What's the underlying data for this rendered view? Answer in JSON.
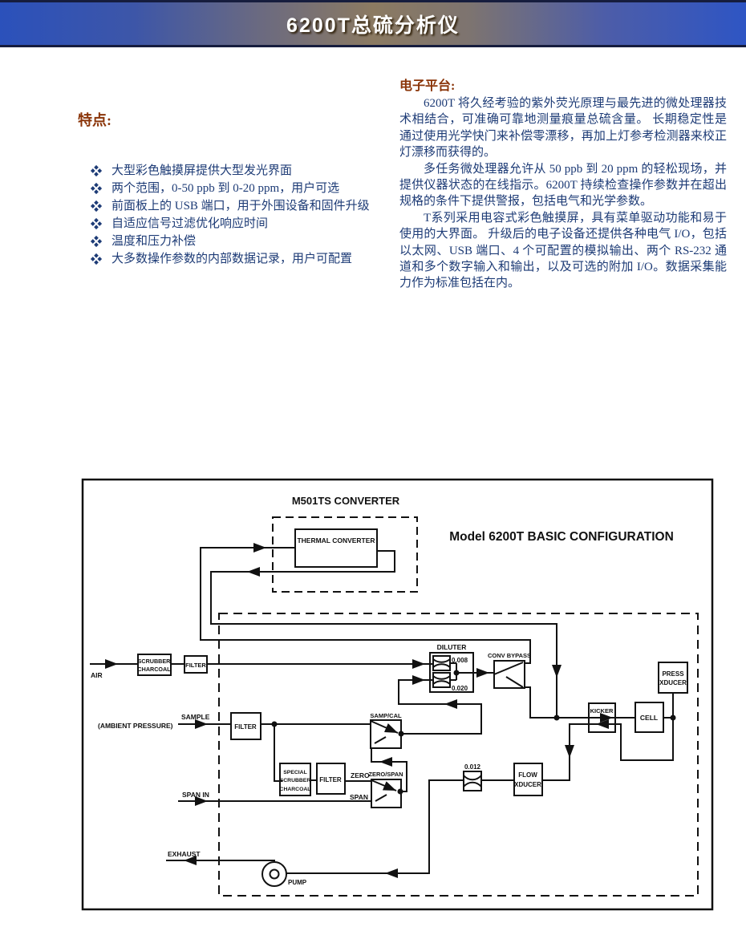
{
  "header": {
    "title": "6200T总硫分析仪",
    "accent_blue": "#2e55c4",
    "accent_brown": "#8b7a62"
  },
  "features": {
    "heading": "特点:",
    "heading_color": "#8a3408",
    "text_color": "#1d3b76",
    "bullet_icon": "four-diamond",
    "items": [
      "大型彩色触摸屏提供大型发光界面",
      "两个范围，0-50 ppb 到 0-20 ppm，用户可选",
      "前面板上的 USB 端口，用于外围设备和固件升级",
      "自适应信号过滤优化响应时间",
      "温度和压力补偿",
      "大多数操作参数的内部数据记录，用户可配置"
    ]
  },
  "platform": {
    "heading": "电子平台:",
    "paragraphs": [
      "6200T 将久经考验的紫外荧光原理与最先进的微处理器技术相结合，可准确可靠地测量痕量总硫含量。 长期稳定性是通过使用光学快门来补偿零漂移，再加上灯参考检测器来校正灯漂移而获得的。",
      "多任务微处理器允许从 50 ppb 到 20 ppm 的轻松现场，并提供仪器状态的在线指示。6200T 持续检查操作参数并在超出规格的条件下提供警报，包括电气和光学参数。",
      "T系列采用电容式彩色触摸屏，具有菜单驱动功能和易于使用的大界面。 升级后的电子设备还提供各种电气 I/O，包括以太网、USB 端口、4 个可配置的模拟输出、两个 RS-232 通道和多个数字输入和输出，以及可选的附加 I/O。数据采集能力作为标准包括在内。"
    ]
  },
  "diagram": {
    "labels": {
      "m501ts": "M501TS CONVERTER",
      "model_title": "Model 6200T BASIC CONFIGURATION",
      "thermal": "THERMAL CONVERTER",
      "air": "AIR",
      "scrubber_l1": "SCRUBBER",
      "scrubber_l2": "CHARCOAL",
      "filter_air": "FILTER",
      "sample": "SAMPLE",
      "ambient": "(AMBIENT PRESSURE)",
      "filter_sample": "FILTER",
      "special_l1": "SPECIAL",
      "special_l2": "SCRUBBER",
      "special_l3": "CHARCOAL",
      "filter_zero": "FILTER",
      "zero": "ZERO",
      "span": "SPAN",
      "span_in": "SPAN IN",
      "sampcal": "SAMP/CAL",
      "zerospan": "ZERO/SPAN",
      "diluter": "DILUTER",
      "or_008": "0.008",
      "or_020": "0.020",
      "conv_bypass": "CONV BYPASS",
      "kicker": "KICKER",
      "cell": "CELL",
      "press_l1": "PRESS",
      "press_l2": "XDUCER",
      "flow_l1": "FLOW",
      "flow_l2": "XDUCER",
      "or_012": "0.012",
      "pump": "PUMP",
      "exhaust": "EXHAUST"
    }
  }
}
